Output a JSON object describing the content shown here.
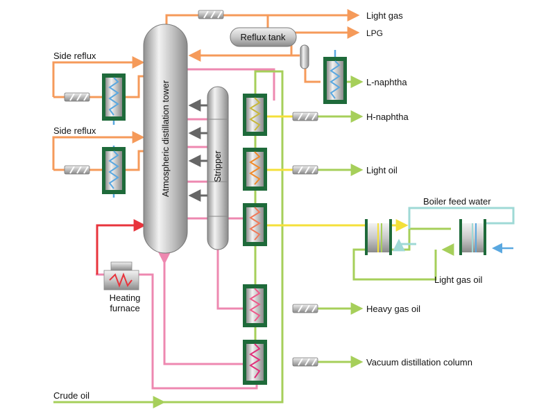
{
  "labels": {
    "tower": "Atmospheric distillation tower",
    "stripper": "Stripper",
    "reflux_tank": "Reflux tank",
    "side_reflux_1": "Side reflux",
    "side_reflux_2": "Side reflux",
    "heating_furnace_line1": "Heating",
    "heating_furnace_line2": "furnace",
    "crude_oil": "Crude oil",
    "boiler_feed_water": "Boiler feed water",
    "light_gas_oil": "Light gas oil"
  },
  "products": {
    "light_gas": "Light gas",
    "lpg": "LPG",
    "l_naphtha": "L-naphtha",
    "h_naphtha": "H-naphtha",
    "light_oil": "Light oil",
    "heavy_gas_oil": "Heavy gas oil",
    "vacuum_distillation_column": "Vacuum distillation column"
  },
  "colors": {
    "orange": "#f59a5a",
    "pink": "#ee88b0",
    "green": "#a6cf5a",
    "yellow": "#f4e03a",
    "red": "#e8343c",
    "aqua": "#9fd9d6",
    "blue": "#5aa8e0",
    "gray_arrow": "#666666",
    "exchanger_frame": "#1e6a3a",
    "vessel_gray": "#b8b8b8"
  },
  "icons": {
    "exchanger": "heat-exchanger-icon",
    "pump": "pump-icon",
    "furnace": "furnace-icon",
    "separator": "separator-icon"
  }
}
